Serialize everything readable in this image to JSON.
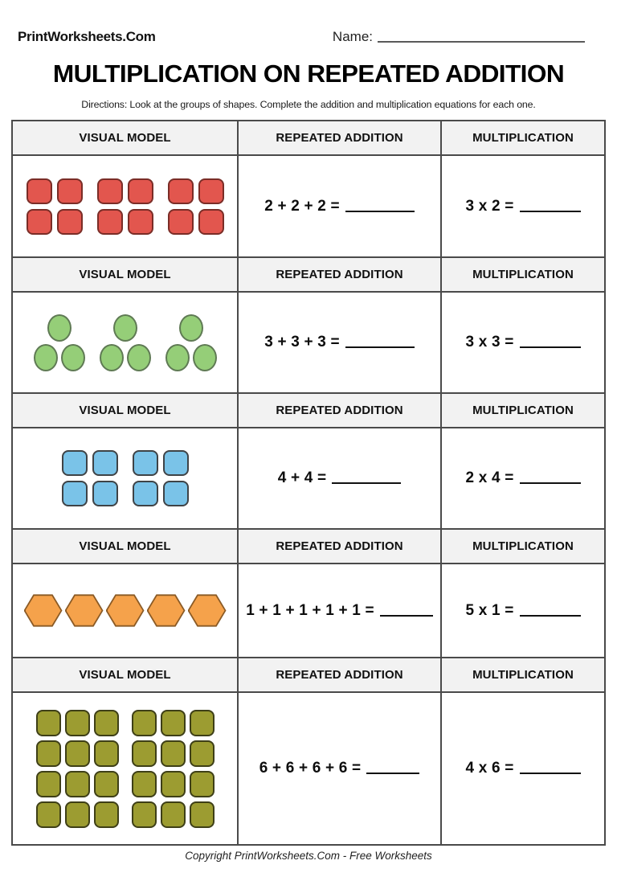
{
  "header": {
    "brand": "PrintWorksheets.Com",
    "name_label": "Name:",
    "name_value": ""
  },
  "title": "MULTIPLICATION ON REPEATED ADDITION",
  "directions": "Directions: Look at the groups of shapes. Complete the addition and multiplication equations for each one.",
  "columns": {
    "visual_model": "VISUAL MODEL",
    "repeated_addition": "REPEATED ADDITION",
    "multiplication": "MULTIPLICATION"
  },
  "colors": {
    "red_fill": "#e2564e",
    "red_border": "#7a2d27",
    "green_fill": "#95ce78",
    "green_border": "#5f7a54",
    "blue_fill": "#7ac3e8",
    "blue_border": "#3f4346",
    "orange_fill": "#f5a24b",
    "orange_border": "#8a5a25",
    "olive_fill": "#9c9c31",
    "olive_border": "#3e3f17",
    "header_bg": "#f2f2f2",
    "table_border": "#4a4a4a"
  },
  "problems": [
    {
      "id": 1,
      "shape": "rounded-square",
      "color": "red",
      "groups": 3,
      "per_group": 2,
      "group_rows": 2,
      "group_cols": 2,
      "addition_text": "2 + 2 + 2 =",
      "multiplication_text": "3 x 2 =",
      "answer_blank": ""
    },
    {
      "id": 2,
      "shape": "circle",
      "color": "green",
      "groups": 3,
      "per_group": 3,
      "addition_text": "3 + 3 + 3 =",
      "multiplication_text": "3 x 3 =",
      "answer_blank": ""
    },
    {
      "id": 3,
      "shape": "rounded-square",
      "color": "blue",
      "groups": 2,
      "per_group": 4,
      "group_rows": 2,
      "group_cols": 2,
      "addition_text": "4 + 4 =",
      "multiplication_text": "2 x 4 =",
      "answer_blank": ""
    },
    {
      "id": 4,
      "shape": "hexagon",
      "color": "orange",
      "groups": 5,
      "per_group": 1,
      "addition_text": "1 + 1 + 1 + 1 + 1 =",
      "multiplication_text": "5 x 1 =",
      "answer_blank": ""
    },
    {
      "id": 5,
      "shape": "rounded-square",
      "color": "olive",
      "groups": 4,
      "per_group": 6,
      "group_rows": 4,
      "group_cols": 6,
      "addition_text": "6 + 6 + 6 + 6 =",
      "multiplication_text": "4 x 6 =",
      "answer_blank": ""
    }
  ],
  "footer": "Copyright PrintWorksheets.Com - Free Worksheets"
}
